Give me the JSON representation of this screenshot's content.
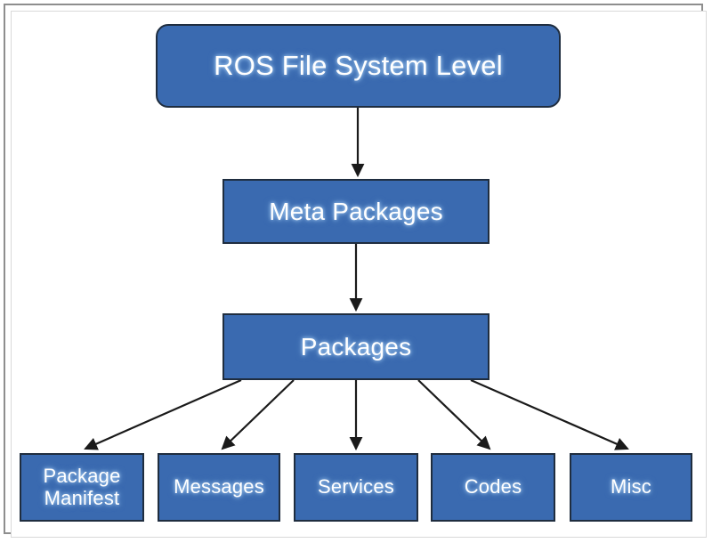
{
  "figure": {
    "title": "ROS File System Level",
    "colors": {
      "node_fill": "#3a6ab0",
      "node_border": "#1f2d3f",
      "node_text": "#ffffff",
      "arrow": "#1a1a1a",
      "canvas": "#ffffff",
      "frame": "#8e8e8e"
    }
  },
  "nodes": {
    "root": {
      "label": "ROS File System Level"
    },
    "meta": {
      "label": "Meta Packages"
    },
    "packages": {
      "label": "Packages"
    }
  },
  "leaves": [
    {
      "label": "Package\nManifest"
    },
    {
      "label": "Messages"
    },
    {
      "label": "Services"
    },
    {
      "label": "Codes"
    },
    {
      "label": "Misc"
    }
  ],
  "edges": [
    {
      "from": "root",
      "to": "meta",
      "kind": "arrow-down"
    },
    {
      "from": "meta",
      "to": "packages",
      "kind": "arrow-down"
    },
    {
      "from": "packages",
      "to": "leaf-0",
      "kind": "arrow-diagonal"
    },
    {
      "from": "packages",
      "to": "leaf-1",
      "kind": "arrow-diagonal"
    },
    {
      "from": "packages",
      "to": "leaf-2",
      "kind": "arrow-down"
    },
    {
      "from": "packages",
      "to": "leaf-3",
      "kind": "arrow-diagonal"
    },
    {
      "from": "packages",
      "to": "leaf-4",
      "kind": "arrow-diagonal"
    }
  ]
}
